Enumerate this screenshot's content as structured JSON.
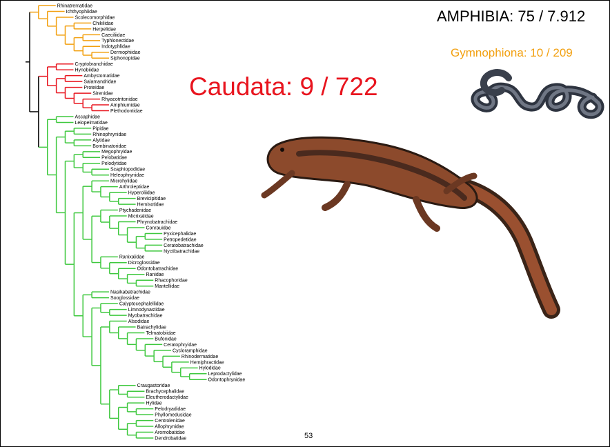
{
  "slide": {
    "amphibia_text": "AMPHIBIA: 75 / 7.912",
    "gymnophiona_text": "Gymnophiona: 10 / 209",
    "caudata_text": "Caudata: 9 / 722",
    "page_number": "53"
  },
  "colors": {
    "gymnophiona": "#f2a010",
    "caudata": "#e8141e",
    "anura": "#3ec83e",
    "root": "#000000"
  },
  "images": {
    "caecilian": "caecilian-photo",
    "salamander": "salamander-photo"
  },
  "tree": {
    "gymnophiona": [
      "Rhinatrematidae",
      "Ichthyophiidae",
      "Scolecomorphidae",
      "Chikilidae",
      "Herpelidae",
      "Caeciliidae",
      "Typhlonectidae",
      "Indotyphlidae",
      "Dermophiidae",
      "Siphonopidae"
    ],
    "caudata": [
      "Cryptobranchidae",
      "Hynobiidae",
      "Ambystomatidae",
      "Salamandridae",
      "Proteidae",
      "Sirenidae",
      "Rhyacotritonidae",
      "Amphiumidae",
      "Plethodontidae"
    ],
    "anura": [
      "Ascaphidae",
      "Leiopelmatidae",
      "Pipidae",
      "Rhinophrynidae",
      "Alytidae",
      "Bombinatoridae",
      "Megophryidae",
      "Pelobatidae",
      "Pelodytidae",
      "Scaphiopodidae",
      "Heleophrynidae",
      "Microhylidae",
      "Arthroleptidae",
      "Hyperoliidae",
      "Brevicipitidae",
      "Hemisotidae",
      "Ptychadenidae",
      "Micrixalidae",
      "Phrynobatrachidae",
      "Conrauidae",
      "Pyxicephalidae",
      "Petropedetidae",
      "Ceratobatrachidae",
      "Nyctibatrachidae",
      "Ranixalidae",
      "Dicroglossidae",
      "Odontobatrachidae",
      "Ranidae",
      "Rhacophoridae",
      "Mantellidae",
      "Nasikabatrachidae",
      "Sooglossidae",
      "Calyptocephalellidae",
      "Limnodynastidae",
      "Myobatrachidae",
      "Alsodidae",
      "Batrachylidae",
      "Telmatobiidae",
      "Bufonidae",
      "Ceratophryidae",
      "Cycloramphidae",
      "Rhinodermatidae",
      "Hemiphractidae",
      "Hylodidae",
      "Leptodactylidae",
      "Odontophrynidae",
      "Craugastoridae",
      "Brachycephalidae",
      "Eleutherodactylidae",
      "Hylidae",
      "Pelodryadidae",
      "Phyllomedusidae",
      "Centrolenidae",
      "Allophrynidae",
      "Aromobatidae",
      "Dendrobatidae"
    ]
  }
}
